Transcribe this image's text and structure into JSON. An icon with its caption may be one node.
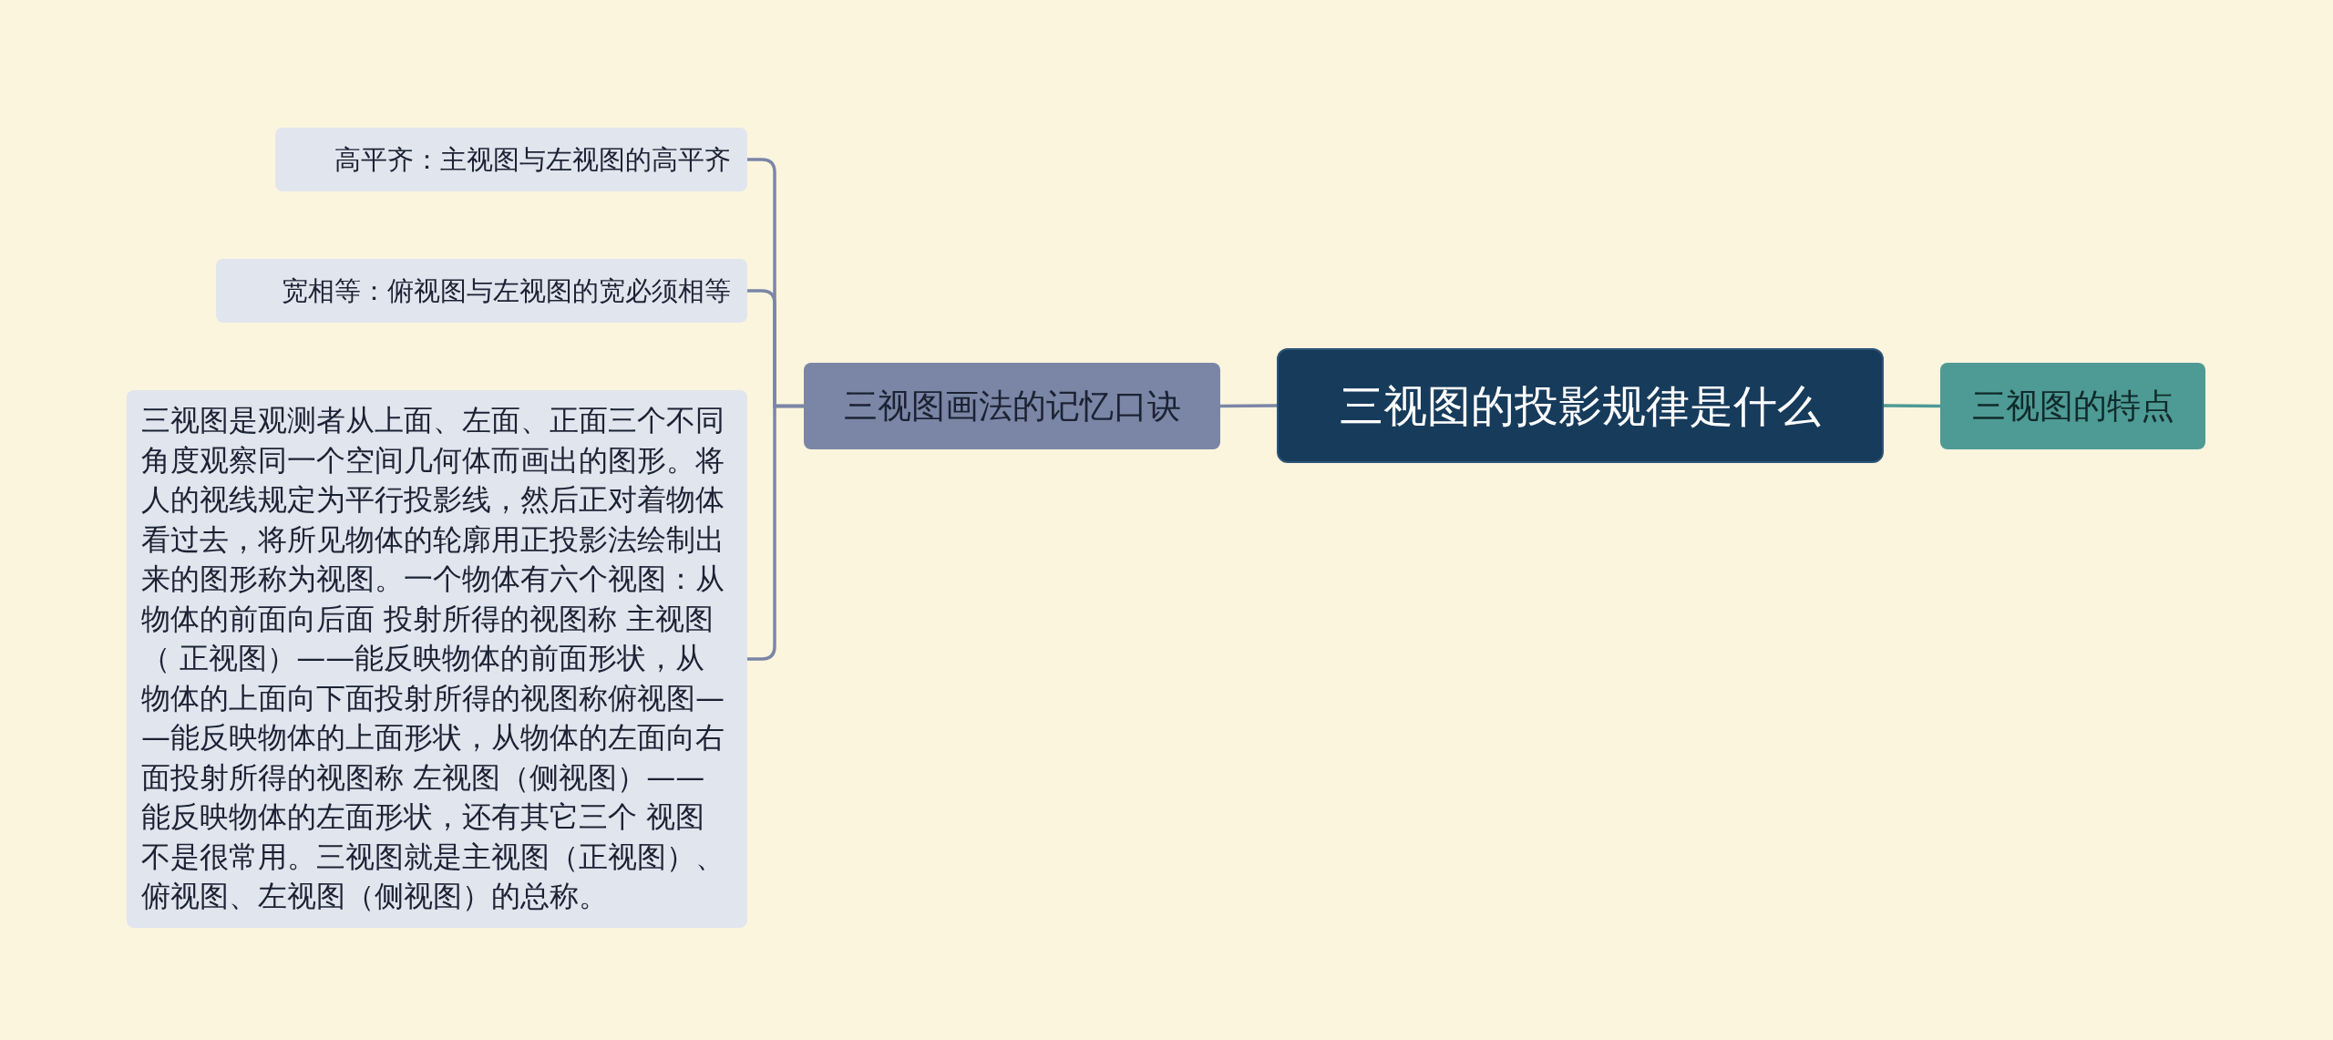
{
  "diagram": {
    "nodes": [
      {
        "text": [
          "三视图的投影规律是什么"
        ]
      },
      {
        "text": [
          "三视图画法的记忆口诀"
        ]
      },
      {
        "text": [
          "高平齐：主视图与左视图的高平齐"
        ]
      },
      {
        "text": [
          "宽相等：俯视图与左视图的宽必须相等"
        ]
      },
      {
        "text": [
          "三视图是观测者从上面、左面、正面三个不同角度观察同一个空间几何体而画出的图形。将人的视线规定为平行投影线，然后正对着物体看过去，将所见物体的轮廓用正投影法绘制出来的图形称为视图。一个物体有六个视图：从物体的前面向后面 投射所得的视图称 主视图（ 正视图）——能反映物体的前面形状，从物体的上面向下面投射所得的视图称俯视图——能反映物体的上面形状，从物体的左面向右面投射所得的视图称 左视图（侧视图）——能反映物体的左面形状，还有其它三个 视图不是很常用。三视图就是主视图（正视图）、俯视图、左视图（侧视图）的总称。"
        ]
      },
      {
        "text": [
          "三视图的特点"
        ]
      }
    ],
    "edges": [
      {
        "from": 0,
        "to": 1,
        "arrow": "none"
      },
      {
        "from": 1,
        "to": 2,
        "arrow": "none"
      },
      {
        "from": 1,
        "to": 3,
        "arrow": "none"
      },
      {
        "from": 1,
        "to": 4,
        "arrow": "none"
      },
      {
        "from": 0,
        "to": 5,
        "arrow": "none",
        "color": "#4e9a95"
      }
    ]
  }
}
